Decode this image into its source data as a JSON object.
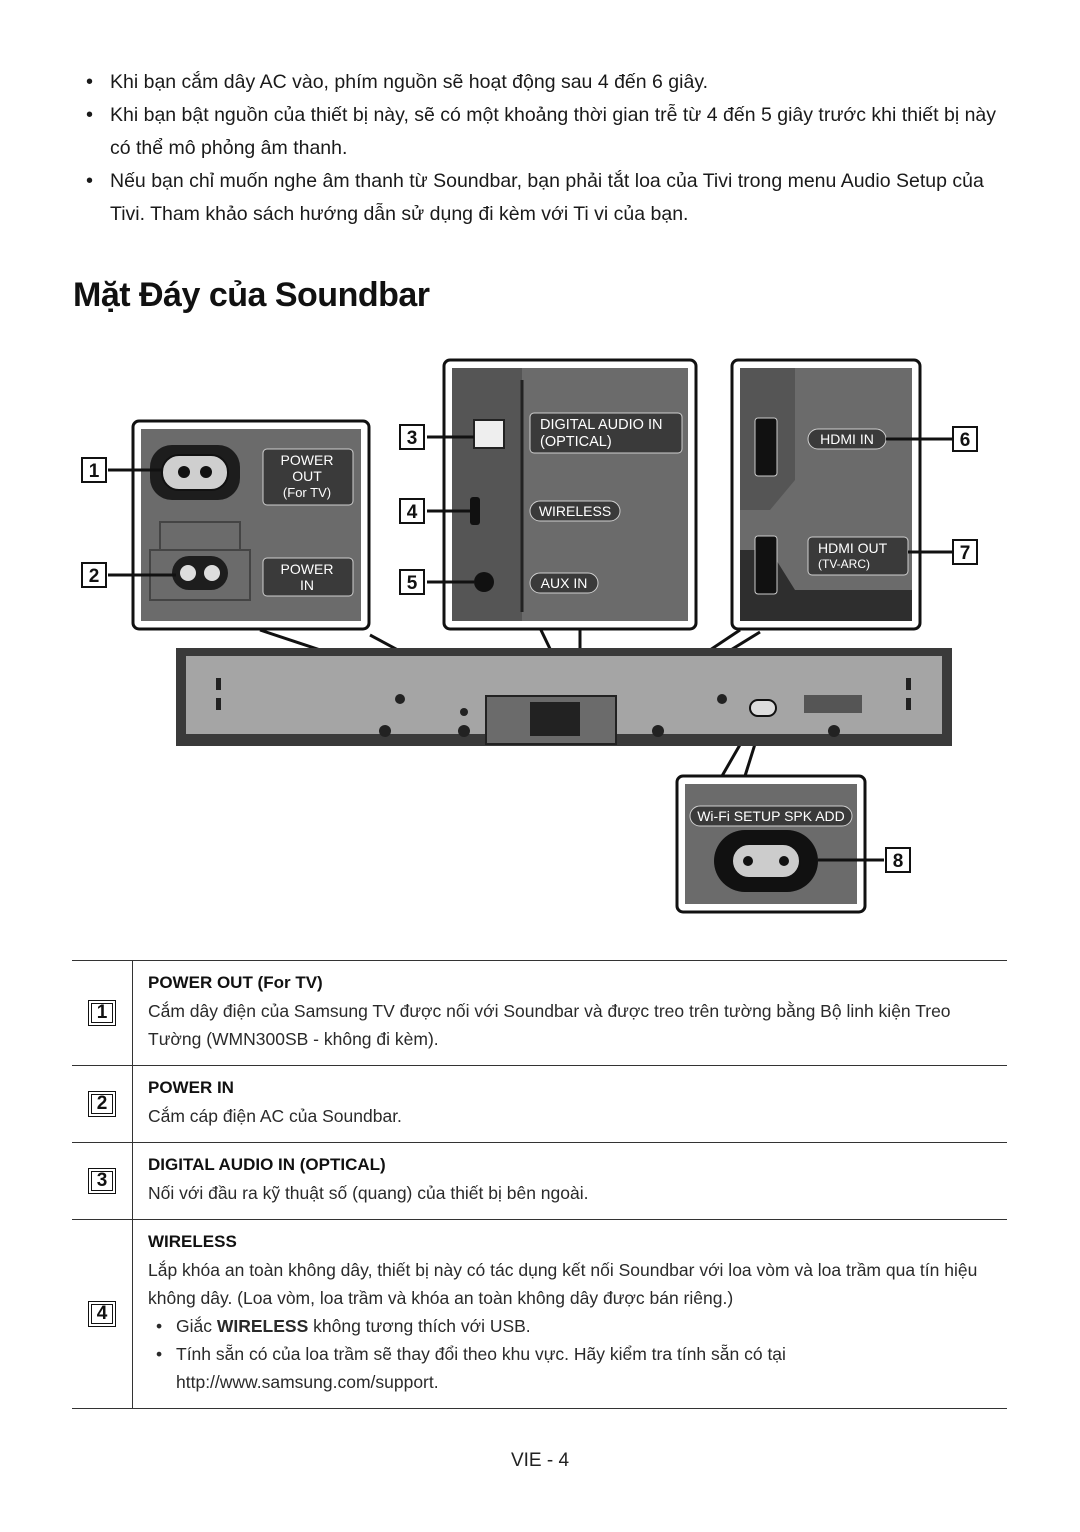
{
  "bullets": [
    "Khi bạn cắm dây AC vào, phím nguồn sẽ hoạt động sau 4 đến 6 giây.",
    "Khi bạn bật nguồn của thiết bị này, sẽ có một khoảng thời gian trễ từ 4 đến 5 giây trước khi thiết bị này có thể mô phỏng âm thanh.",
    "Nếu bạn chỉ muốn nghe âm thanh từ Soundbar, bạn phải tắt loa của Tivi trong menu Audio Setup của Tivi. Tham khảo sách hướng dẫn sử dụng đi kèm với Ti vi của bạn."
  ],
  "title": "Mặt Đáy của Soundbar",
  "diagram": {
    "callouts": [
      "1",
      "2",
      "3",
      "4",
      "5",
      "6",
      "7",
      "8"
    ],
    "labels": {
      "power_out_1": "POWER",
      "power_out_2": "OUT",
      "power_out_3": "(For TV)",
      "power_in_1": "POWER",
      "power_in_2": "IN",
      "digital_1": "DIGITAL AUDIO IN",
      "digital_2": "(OPTICAL)",
      "wireless": "WIRELESS",
      "aux": "AUX IN",
      "hdmi_in": "HDMI IN",
      "hdmi_out_1": "HDMI OUT",
      "hdmi_out_2": "(TV-ARC)",
      "wifi_setup": "Wi-Fi SETUP  SPK ADD"
    }
  },
  "legend": [
    {
      "num": "1",
      "heading": "POWER OUT (For TV)",
      "text": "Cắm dây điện của Samsung TV được nối với Soundbar và được treo trên tường bằng Bộ linh kiện Treo Tường (WMN300SB - không đi kèm)."
    },
    {
      "num": "2",
      "heading": "POWER IN",
      "text": "Cắm cáp điện AC của Soundbar."
    },
    {
      "num": "3",
      "heading": "DIGITAL AUDIO IN (OPTICAL)",
      "text": "Nối với đầu ra kỹ thuật số (quang) của thiết bị bên ngoài."
    },
    {
      "num": "4",
      "heading": "WIRELESS",
      "text": "Lắp khóa an toàn không dây, thiết bị này có tác dụng kết nối Soundbar với loa vòm và loa trầm qua tín hiệu không dây. (Loa vòm, loa trầm và khóa an toàn không dây được bán riêng.)",
      "sub1_pre": "Giắc ",
      "sub1_bold": "WIRELESS",
      "sub1_post": " không tương thích với USB.",
      "sub2": "Tính sẵn có của loa trầm sẽ thay đổi theo khu vực. Hãy kiểm tra tính sẵn có tại http://www.samsung.com/support."
    }
  ],
  "footer": "VIE - 4",
  "colors": {
    "panel": "#6b6b6b",
    "panel_dark": "#2e2e2e",
    "label_bg": "#3a3a3a",
    "label_border": "#cfcfcf",
    "bar": "#3a3a3a",
    "text": "#111111"
  }
}
